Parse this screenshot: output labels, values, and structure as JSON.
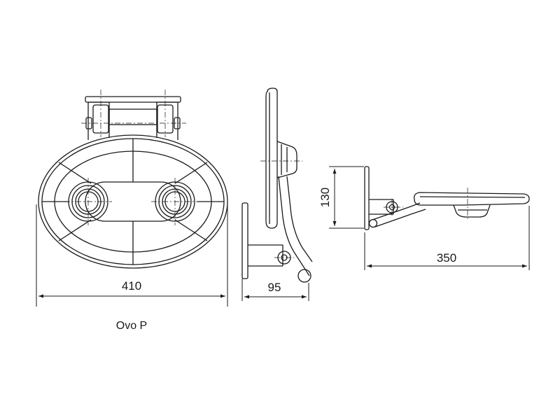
{
  "drawing": {
    "product_name": "Ovo P",
    "dimensions": {
      "front_width": "410",
      "side_depth": "95",
      "folded_height": "130",
      "unfolded_depth": "350"
    },
    "line_color": "#1a1a1a"
  }
}
